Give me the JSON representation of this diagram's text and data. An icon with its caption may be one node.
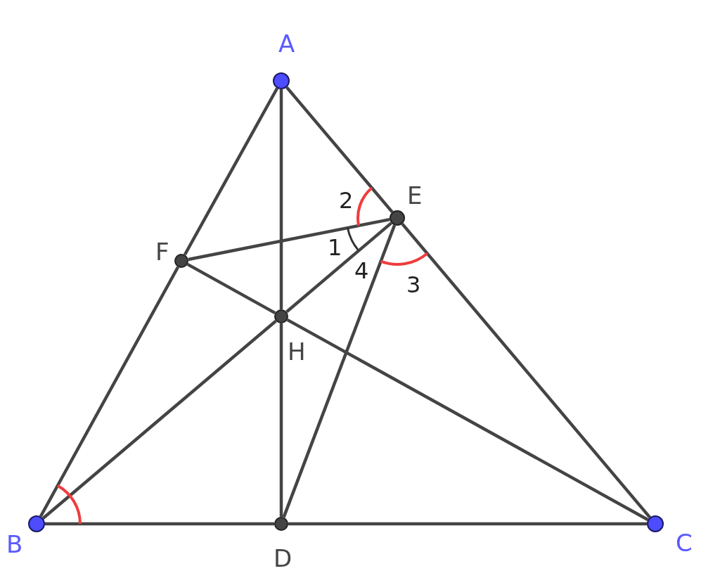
{
  "diagram": {
    "nodes": [
      {
        "text": [
          "A"
        ]
      },
      {
        "text": [
          "B"
        ]
      },
      {
        "text": [
          "C"
        ]
      },
      {
        "text": [
          "D"
        ]
      },
      {
        "text": [
          "E"
        ]
      },
      {
        "text": [
          "F"
        ]
      },
      {
        "text": [
          "H"
        ]
      }
    ],
    "edges": [
      {
        "from": 0,
        "to": 4,
        "arrow": "none"
      },
      {
        "from": 4,
        "to": 2,
        "arrow": "none"
      },
      {
        "from": 0,
        "to": 5,
        "arrow": "none"
      },
      {
        "from": 5,
        "to": 1,
        "arrow": "none"
      },
      {
        "from": 0,
        "to": 6,
        "arrow": "none"
      },
      {
        "from": 6,
        "to": 3,
        "arrow": "none"
      },
      {
        "from": 1,
        "to": 3,
        "arrow": "none"
      },
      {
        "from": 3,
        "to": 2,
        "arrow": "none"
      },
      {
        "from": 1,
        "to": 6,
        "arrow": "none"
      },
      {
        "from": 6,
        "to": 4,
        "arrow": "none"
      },
      {
        "from": 5,
        "to": 6,
        "arrow": "none"
      },
      {
        "from": 6,
        "to": 2,
        "arrow": "none"
      },
      {
        "from": 5,
        "to": 4,
        "arrow": "none"
      },
      {
        "from": 4,
        "to": 3,
        "arrow": "none"
      }
    ],
    "labels": [
      "2",
      "1",
      "4",
      "3"
    ]
  }
}
